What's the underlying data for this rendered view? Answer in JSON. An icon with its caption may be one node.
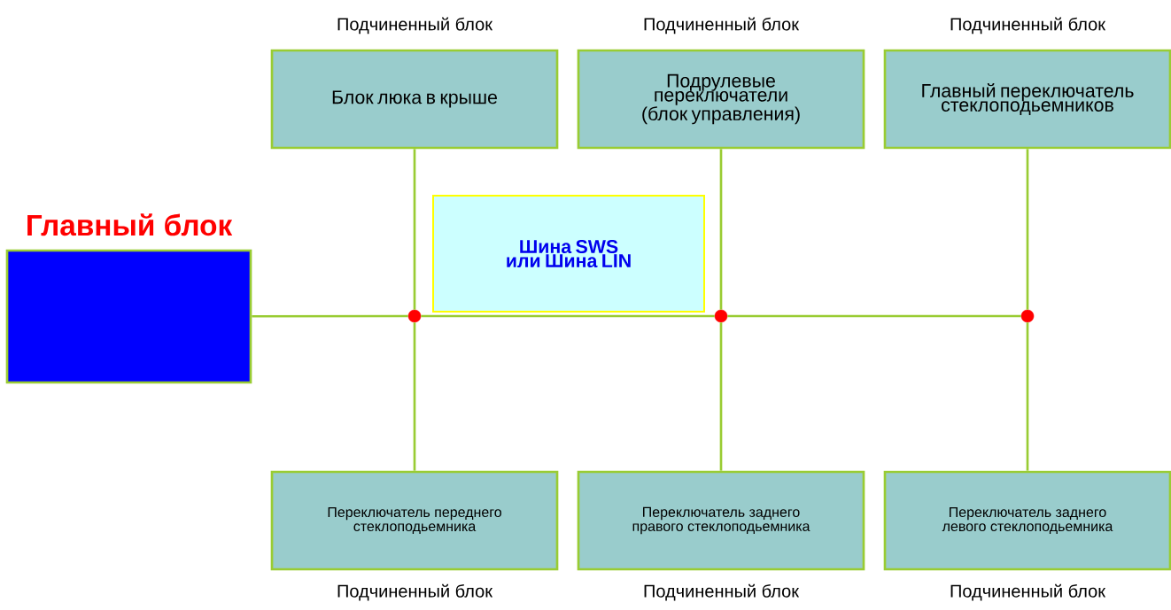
{
  "diagram": {
    "nodes": [
      {
        "text": [
          "Главный блок"
        ]
      },
      {
        "text": [
          "Подчиненный блок",
          "Блок люка в крыше"
        ]
      },
      {
        "text": [
          "Подчиненный блок",
          "Подрулевые переключатели (блок управления)"
        ]
      },
      {
        "text": [
          "Подчиненный блок",
          "Главный переключатель стеклоподьемников"
        ]
      },
      {
        "text": [
          "Шина SWS или Шина LIN"
        ]
      },
      {
        "text": [],
        "shape": "circle"
      },
      {
        "text": [],
        "shape": "circle"
      },
      {
        "text": [],
        "shape": "circle"
      },
      {
        "text": [
          "Переключатель переднего стеклоподьемника",
          "Подчиненный блок"
        ]
      },
      {
        "text": [
          "Переключатель заднего правого стеклоподьемника",
          "Подчиненный блок"
        ]
      },
      {
        "text": [
          "Переключатель заднего левого стеклоподьемника",
          "Подчиненный блок"
        ]
      }
    ],
    "edges": [
      {
        "from": 0,
        "to": 5,
        "arrow": "none"
      },
      {
        "from": 5,
        "to": 6,
        "arrow": "none"
      },
      {
        "from": 6,
        "to": 7,
        "arrow": "none"
      },
      {
        "from": 5,
        "to": 1,
        "arrow": "none"
      },
      {
        "from": 6,
        "to": 2,
        "arrow": "none"
      },
      {
        "from": 7,
        "to": 3,
        "arrow": "none"
      },
      {
        "from": 5,
        "to": 8,
        "arrow": "none"
      },
      {
        "from": 6,
        "to": 9,
        "arrow": "none"
      },
      {
        "from": 7,
        "to": 10,
        "arrow": "none"
      }
    ]
  }
}
